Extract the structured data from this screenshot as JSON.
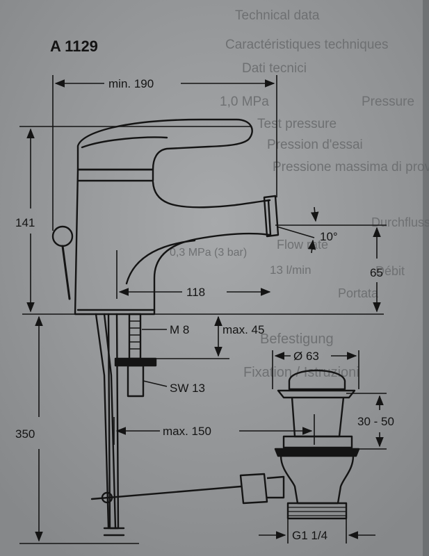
{
  "model": "A 1129",
  "dimensions": {
    "width_min": "min. 190",
    "height_total": "141",
    "spout_reach": "118",
    "angle": "10°",
    "spout_height": "65",
    "thread": "M 8",
    "thread_max": "max. 45",
    "wrench": "SW 13",
    "below_deck": "350",
    "drain_distance": "max. 150",
    "drain_diameter": "Ø 63",
    "drain_range": "30 - 50",
    "drain_thread": "G1 1/4"
  },
  "background_text": [
    "Technical data",
    "Caractéristiques techniques",
    "Dati tecnici",
    "Pressure",
    "1,0 MPa",
    "Test pressure",
    "Pression d'essai",
    "Pressione massima di prova",
    "Durchfluss",
    "Flow rate",
    "0,3 MPa (3 bar)",
    "Débit",
    "13 l/min",
    "Portata",
    "Befestigung",
    "Fixation / Istruzioni"
  ],
  "colors": {
    "paper": "#8e9092",
    "ink": "#141414",
    "faded_ink": "#6e7072"
  }
}
